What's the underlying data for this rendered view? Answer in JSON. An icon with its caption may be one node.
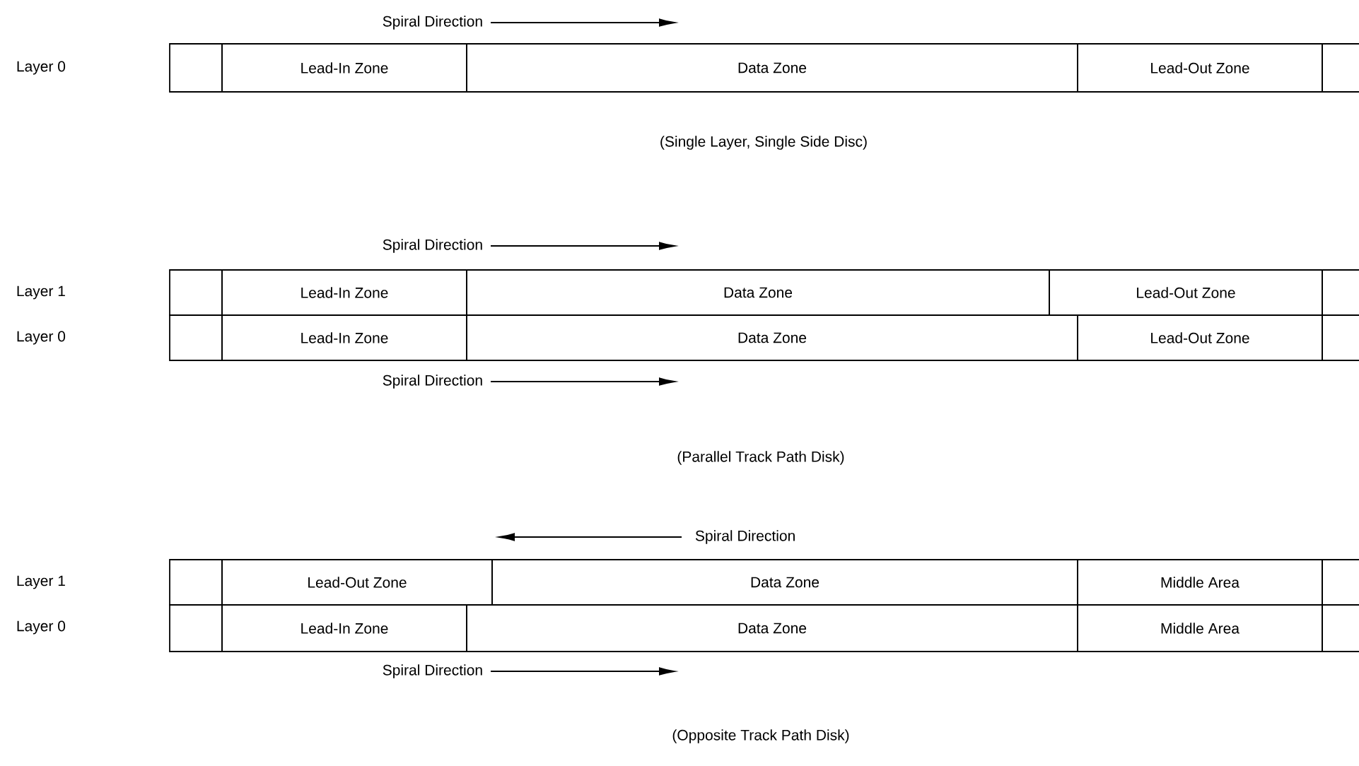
{
  "diagram": {
    "nodes": [
      {
        "text": [],
        "shape": "box"
      },
      {
        "text": [
          "Lead-In Zone"
        ]
      },
      {
        "text": [
          "Data Zone"
        ]
      },
      {
        "text": [
          "Lead-Out Zone"
        ]
      },
      {
        "text": [],
        "shape": "box"
      },
      {
        "text": [],
        "shape": "box"
      },
      {
        "text": [
          "Lead-In Zone"
        ]
      },
      {
        "text": [
          "Data Zone"
        ]
      },
      {
        "text": [
          "Lead-Out Zone"
        ]
      },
      {
        "text": [],
        "shape": "box"
      },
      {
        "text": [],
        "shape": "box"
      },
      {
        "text": [
          "Lead-In Zone"
        ]
      },
      {
        "text": [
          "Data Zone"
        ]
      },
      {
        "text": [
          "Lead-Out Zone"
        ]
      },
      {
        "text": [],
        "shape": "box"
      },
      {
        "text": [],
        "shape": "box"
      },
      {
        "text": [
          "Lead-Out Zone"
        ]
      },
      {
        "text": [
          "Data Zone"
        ]
      },
      {
        "text": [
          "Middle Area"
        ]
      },
      {
        "text": [],
        "shape": "box"
      },
      {
        "text": [],
        "shape": "box"
      },
      {
        "text": [
          "Lead-In Zone"
        ]
      },
      {
        "text": [
          "Data Zone"
        ]
      },
      {
        "text": [
          "Middle Area"
        ]
      },
      {
        "text": [],
        "shape": "box"
      }
    ],
    "labels": [
      "Spiral Direction",
      "Layer 0",
      "(Single Layer, Single Side Disc)",
      "Spiral Direction",
      "Layer 1",
      "Layer 0",
      "Spiral Direction",
      "(Parallel Track Path Disk)",
      "Spiral Direction",
      "Layer 1",
      "Layer 0",
      "Spiral Direction",
      "(Opposite Track Path Disk)"
    ]
  }
}
